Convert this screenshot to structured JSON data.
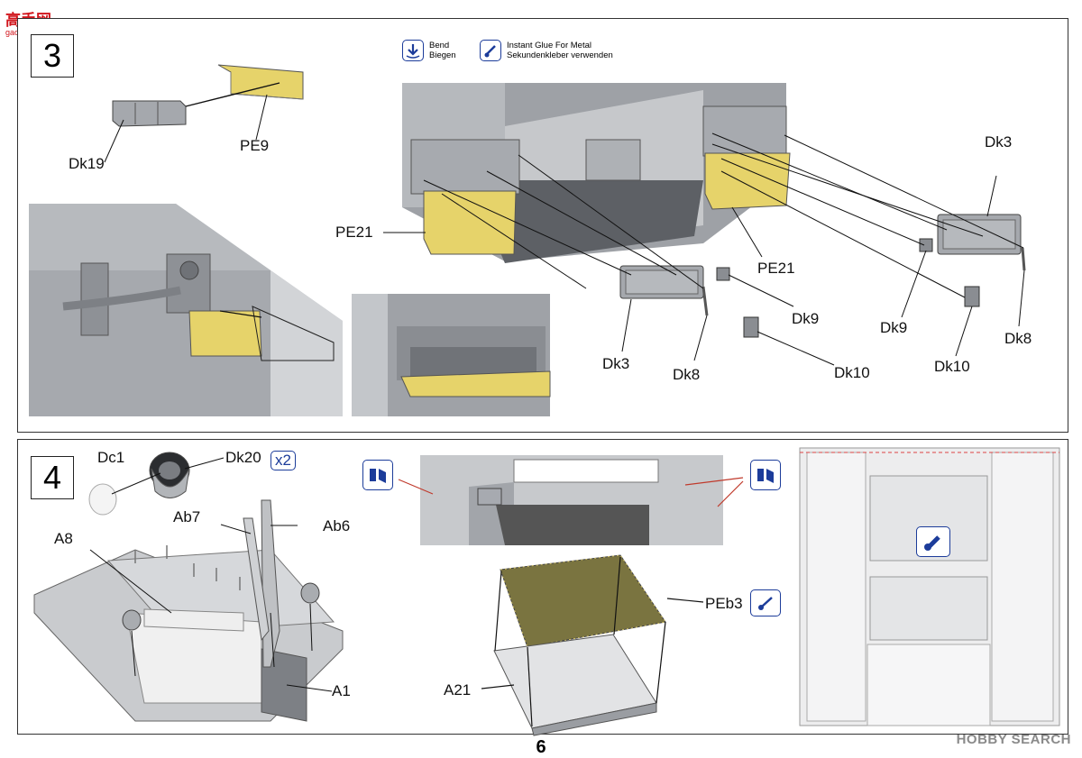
{
  "logo": {
    "text_zh": "高手网",
    "sub": "gao-shou.com"
  },
  "page_number": "6",
  "watermark": "HOBBY SEARCH",
  "legend": {
    "bend_1": "Bend",
    "bend_2": "Biegen",
    "glue_1": "Instant Glue For Metal",
    "glue_2": "Sekundenkleber verwenden"
  },
  "step3": {
    "number": "3",
    "labels": {
      "dk19": "Dk19",
      "pe9": "PE9",
      "pe21_left": "PE21",
      "pe21_right": "PE21",
      "dk3_right": "Dk3",
      "dk3_left": "Dk3",
      "dk9_left": "Dk9",
      "dk9_right": "Dk9",
      "dk8_left": "Dk8",
      "dk8_right": "Dk8",
      "dk10_left": "Dk10",
      "dk10_right": "Dk10"
    }
  },
  "step4": {
    "number": "4",
    "multiplier": "x2",
    "labels": {
      "dc1": "Dc1",
      "dk20": "Dk20",
      "ab7": "Ab7",
      "ab6": "Ab6",
      "a8": "A8",
      "a1": "A1",
      "peb3": "PEb3",
      "a21": "A21"
    }
  },
  "colors": {
    "photoetch": "#e6d36a",
    "frame": "#333333",
    "icon_blue": "#1c3c9a",
    "leader_red": "#c0392b",
    "metal": "#9a9da2"
  }
}
